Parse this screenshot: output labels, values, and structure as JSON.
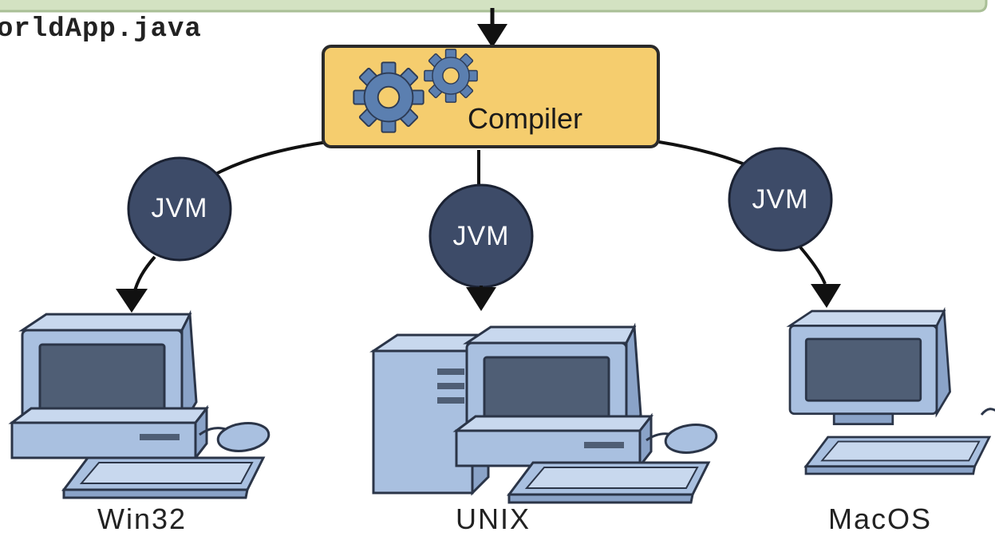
{
  "source_file": "orldApp.java",
  "compiler": {
    "label": "Compiler"
  },
  "jvm_labels": [
    "JVM",
    "JVM",
    "JVM"
  ],
  "platforms": [
    "Win32",
    "UNIX",
    "MacOS"
  ],
  "colors": {
    "banner": "#d3e2c2",
    "banner_border": "#a9bf96",
    "compiler_fill": "#f5cd6e",
    "gear": "#5b7fb0",
    "jvm_fill": "#3d4b68",
    "computer_fill": "#a9c0e0",
    "computer_stroke": "#2b3548",
    "screen": "#4f5e75"
  }
}
